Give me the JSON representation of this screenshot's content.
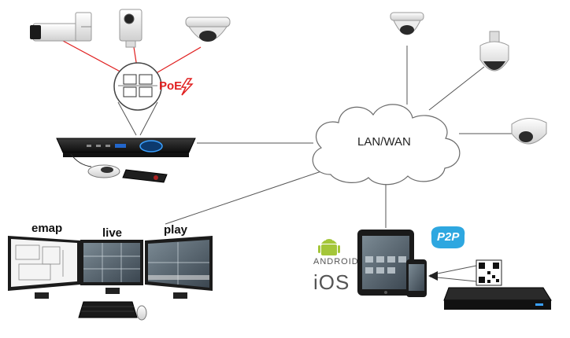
{
  "labels": {
    "cloud": "LAN/WAN",
    "poe": "PoE",
    "monitor_emap": "emap",
    "monitor_live": "live",
    "monitor_play": "play",
    "android": "ANDROID",
    "ios": "iOS",
    "p2p": "P2P"
  },
  "colors": {
    "poe_link": "#e02020",
    "network_link": "#555555",
    "p2p_badge": "#2ea7e0",
    "android_green": "#a4c639"
  },
  "icons": {
    "poe": "lightning-bolt-icon"
  }
}
